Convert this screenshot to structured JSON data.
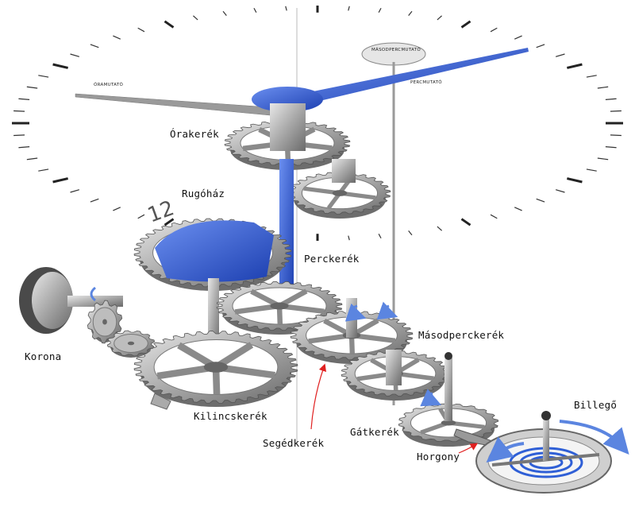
{
  "dial": {
    "hour_hand_label": "ÓRAMUTATÓ",
    "minute_hand_label": "PERCMUTATÓ",
    "second_hand_label": "MÁSODPERCMUTATÓ",
    "numeral": "12",
    "accent_color": "#2f5fd6"
  },
  "labels": {
    "hour_wheel": "Órakerék",
    "barrel": "Rugóház",
    "minute_wheel": "Perckerék",
    "second_wheel": "Másodperckerék",
    "crown": "Korona",
    "ratchet_wheel": "Kilincskerék",
    "third_wheel": "Segédkerék",
    "escape_wheel": "Gátkerék",
    "anchor": "Horgony",
    "balance": "Billegő"
  },
  "colors": {
    "metal": "#9a9a9a",
    "metal_dark": "#5a5a5a",
    "blue": "#2f5fd6",
    "arrow_red": "#e02020"
  }
}
